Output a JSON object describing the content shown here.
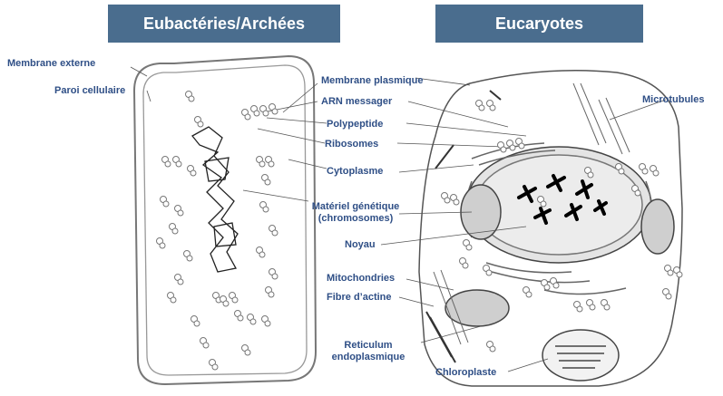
{
  "headers": {
    "left": "Eubactéries/Archées",
    "right": "Eucaryotes"
  },
  "labels": {
    "membrane_externe": "Membrane externe",
    "paroi_cellulaire": "Paroi cellulaire",
    "membrane_plasmique": "Membrane plasmique",
    "arn_messager": "ARN messager",
    "polypeptide": "Polypeptide",
    "ribosomes": "Ribosomes",
    "cytoplasme": "Cytoplasme",
    "materiel_genetique_line1": "Matériel génétique",
    "materiel_genetique_line2": "(chromosomes)",
    "noyau": "Noyau",
    "mitochondries": "Mitochondries",
    "fibre_actine": "Fibre d’actine",
    "reticulum_line1": "Reticulum",
    "reticulum_line2": "endoplasmique",
    "chloroplaste": "Chloroplaste",
    "microtubules": "Microtubules"
  },
  "colors": {
    "header_bg": "#4a6d8e",
    "header_text": "#ffffff",
    "label_text": "#2f4f86"
  }
}
